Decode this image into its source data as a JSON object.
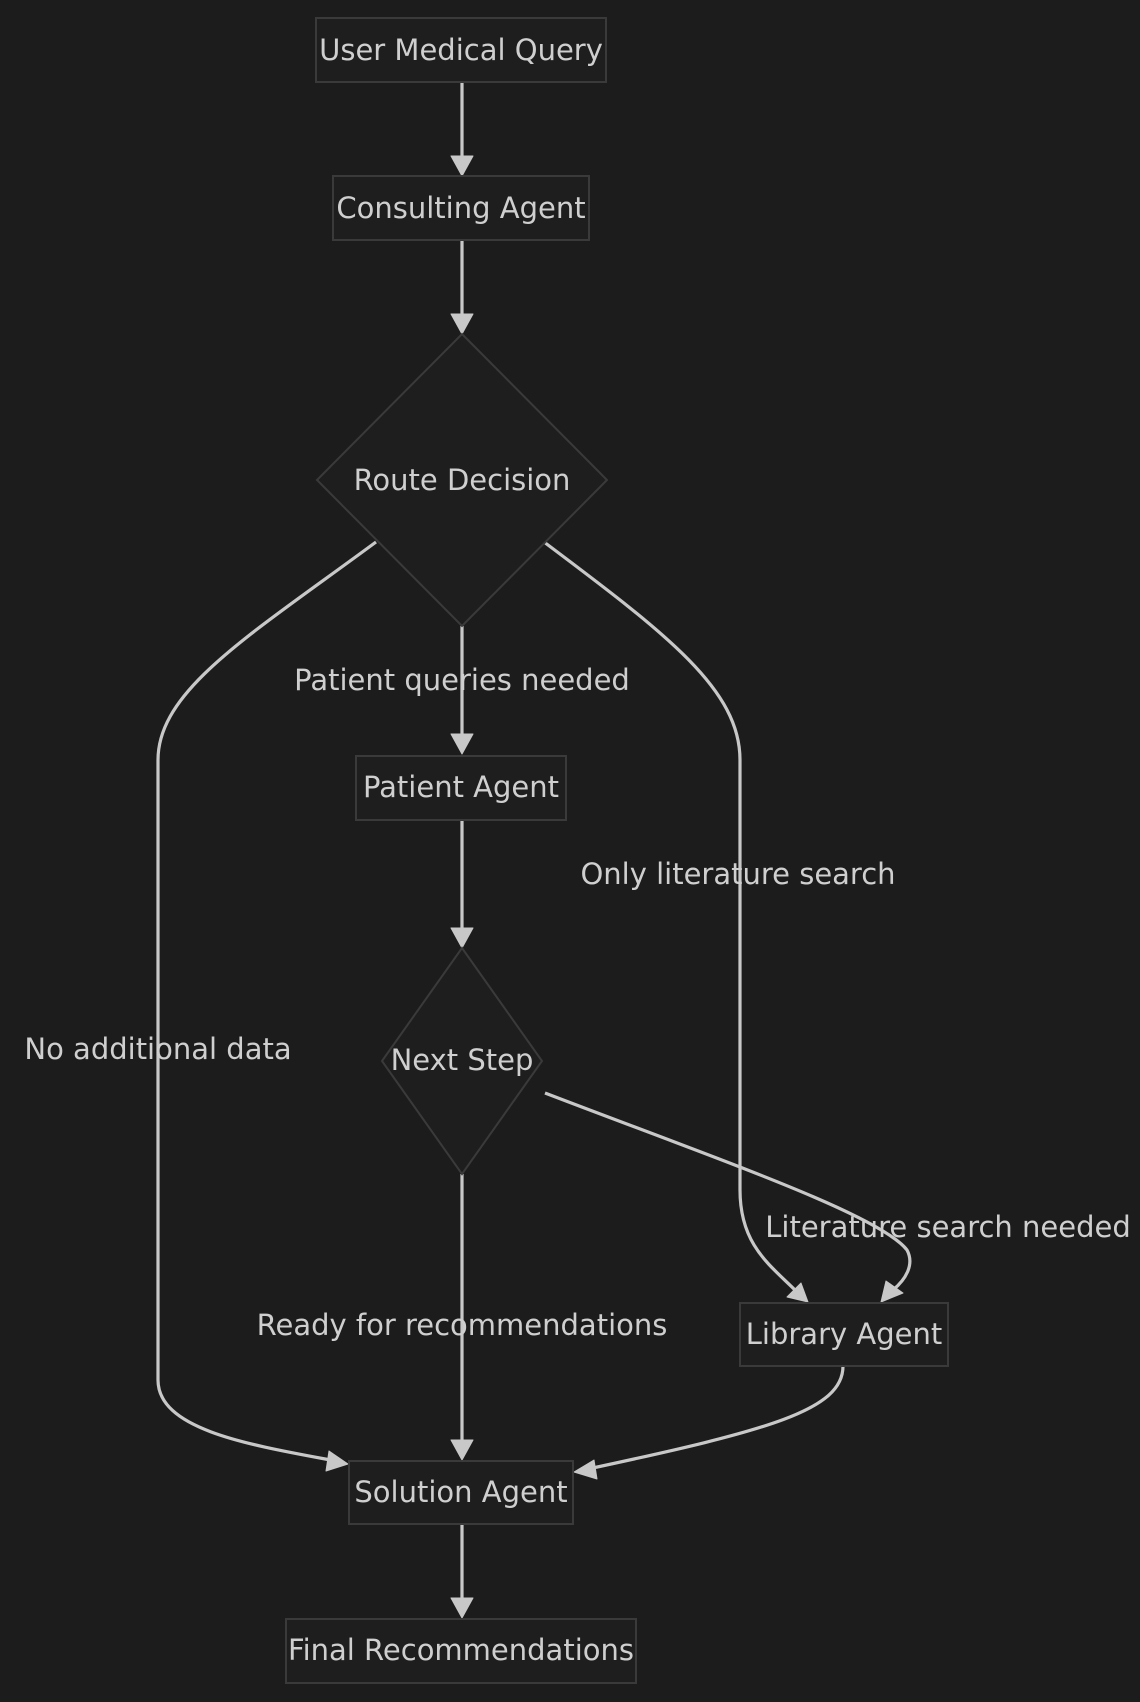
{
  "nodes": {
    "user_query": "User Medical Query",
    "consulting_agent": "Consulting Agent",
    "route_decision": "Route Decision",
    "patient_agent": "Patient Agent",
    "next_step": "Next Step",
    "library_agent": "Library Agent",
    "solution_agent": "Solution Agent",
    "final_recommendations": "Final Recommendations"
  },
  "edges": {
    "route_to_patient": "Patient queries needed",
    "route_to_library": "Only literature search",
    "route_to_solution": "No additional data",
    "next_to_library": "Literature search needed",
    "next_to_solution": "Ready for recommendations"
  },
  "colors": {
    "background": "#1c1c1c",
    "node_fill": "#1e1e1e",
    "node_border": "#3a3a3a",
    "edge": "#c8c8c8",
    "text": "#cfcfcf"
  }
}
